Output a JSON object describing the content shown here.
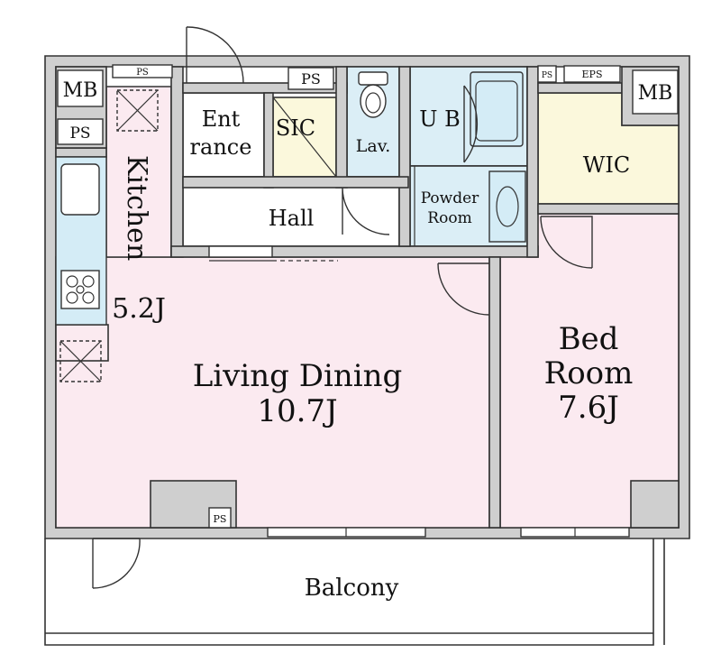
{
  "colors": {
    "wall": "#cfcfcf",
    "living": "#fbeaf0",
    "bedroom": "#fbeaf0",
    "wet_area": "#dbeef6",
    "closet": "#fbf8dc",
    "entrance": "#ffffff",
    "balcony": "#ffffff"
  },
  "rooms": {
    "living_dining": {
      "name": "Living Dining",
      "size": "10.7J"
    },
    "bedroom": {
      "line1": "Bed",
      "line2": "Room",
      "size": "7.6J"
    },
    "kitchen": {
      "name": "Kitchen",
      "size": "5.2J"
    },
    "entrance": {
      "line1": "Ent",
      "line2": "rance"
    },
    "sic": "SIC",
    "lav": "Lav.",
    "ub": "U B",
    "hall": "Hall",
    "powder_room": {
      "line1": "Powder",
      "line2": "Room"
    },
    "wic": "WIC",
    "balcony": "Balcony"
  },
  "fixtures": {
    "mb_left": "MB",
    "mb_right": "MB",
    "ps_top": "PS",
    "ps_left": "PS",
    "ps_sic": "PS",
    "ps_right": "PS",
    "eps": "EPS",
    "ps_living": "PS"
  },
  "icons": [
    "ventilation-x-icon",
    "stove-burner-icon",
    "toilet-icon",
    "bathtub-icon",
    "washbasin-icon",
    "door-swing-icon"
  ]
}
